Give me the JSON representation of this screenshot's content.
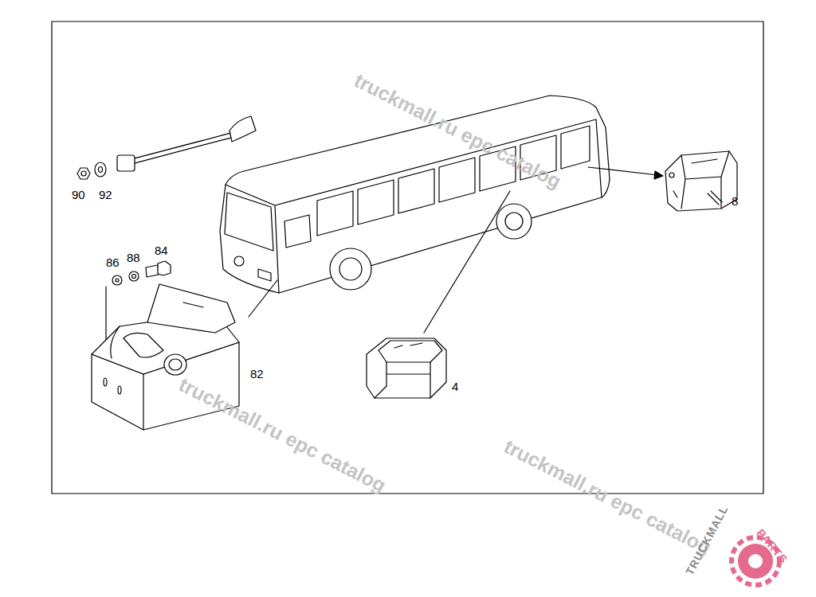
{
  "diagram": {
    "labels": [
      "90",
      "92",
      "86",
      "88",
      "84",
      "82",
      "4",
      "8",
      "truckmall.ru epc catalog",
      "truckmall.ru epc catalog",
      "truckmall.ru epc catalog",
      "TRUCKMALL",
      "PARTS"
    ]
  }
}
